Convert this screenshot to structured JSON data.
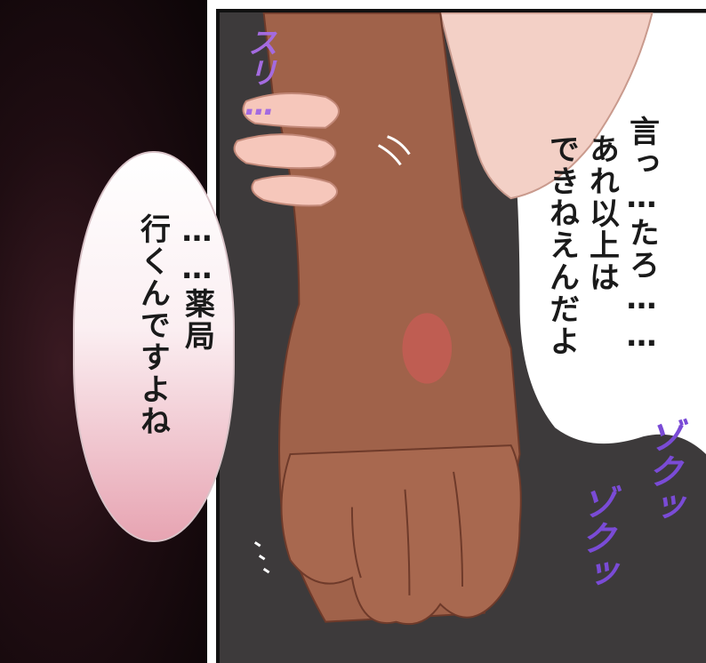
{
  "speech_left": {
    "line1": "……薬局",
    "line2": "行くんですよね"
  },
  "speech_right": {
    "line1": "言っ…たろ……",
    "line2": "あれ以上は",
    "line3": "できねえんだよ"
  },
  "sfx": {
    "rub": "スリ…",
    "zoku1": "ゾクッ",
    "zoku2": "ゾクッ"
  },
  "colors": {
    "skin_dark": "#a0624a",
    "skin_light": "#f2c4b4",
    "sfx_purple": "#7a4bd6",
    "bubble_pink": "#e7a4b2"
  }
}
